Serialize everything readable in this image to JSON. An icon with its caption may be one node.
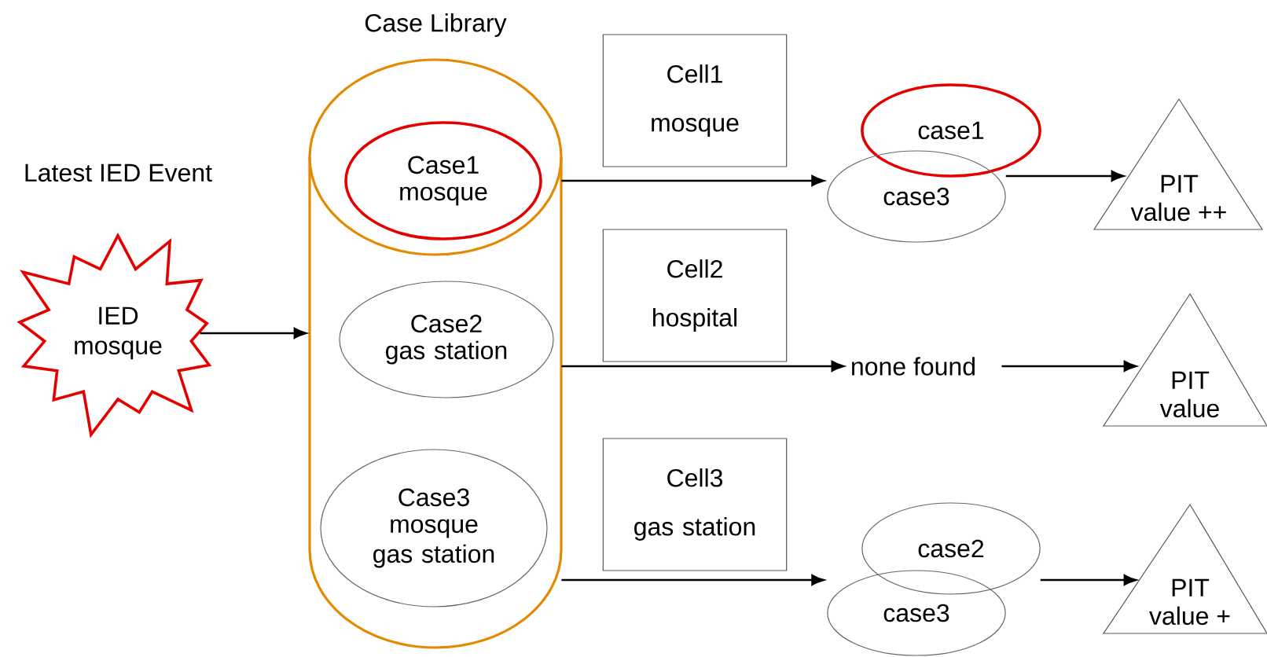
{
  "diagram": {
    "nodes": [
      {
        "text": [
          "IED",
          "mosque"
        ],
        "beside": [
          "Latest IED Event"
        ]
      },
      {
        "text": [
          "Case Library"
        ]
      },
      {
        "text": [
          "Case1",
          "mosque"
        ],
        "in": 1
      },
      {
        "text": [
          "Case2",
          "gas station"
        ],
        "in": 1
      },
      {
        "text": [
          "Case3",
          "mosque gas station"
        ],
        "in": 1
      },
      {
        "text": [
          "Cell1",
          "mosque"
        ]
      },
      {
        "text": [
          "Cell2",
          "hospital"
        ]
      },
      {
        "text": [
          "Cell3",
          "gas station"
        ]
      },
      {
        "text": [
          "case1"
        ]
      },
      {
        "text": [
          "case3"
        ]
      },
      {
        "text": [
          "none found"
        ]
      },
      {
        "text": [
          "case2"
        ]
      },
      {
        "text": [
          "case3"
        ]
      },
      {
        "text": [
          "PIT",
          "value ++"
        ]
      },
      {
        "text": [
          "PIT",
          "value"
        ]
      },
      {
        "text": [
          "PIT",
          "value +"
        ]
      }
    ],
    "edges": [
      {
        "from": 0,
        "to": 1,
        "arrow": "to"
      },
      {
        "from": 2,
        "to": 9,
        "arrow": "to"
      },
      {
        "from": 3,
        "to": 10,
        "arrow": "to"
      },
      {
        "from": 4,
        "to": 12,
        "arrow": "to"
      },
      {
        "from": 9,
        "to": 13,
        "arrow": "to"
      },
      {
        "from": 10,
        "to": 14,
        "arrow": "to"
      },
      {
        "from": 11,
        "to": 15,
        "arrow": "to"
      }
    ]
  }
}
